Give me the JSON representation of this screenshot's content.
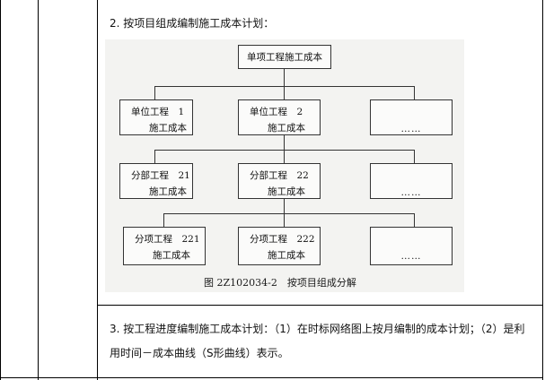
{
  "section2": {
    "title": "2. 按项目组成编制施工成本计划："
  },
  "figure": {
    "root": "单项工程施工成本",
    "level1": [
      {
        "line1": "单位工程　1",
        "line2": "施工成本"
      },
      {
        "line1": "单位工程　2",
        "line2": "施工成本"
      },
      {
        "dots": "……"
      }
    ],
    "level2": [
      {
        "line1": "分部工程　21",
        "line2": "施工成本"
      },
      {
        "line1": "分部工程　22",
        "line2": "施工成本"
      },
      {
        "dots": "……"
      }
    ],
    "level3": [
      {
        "line1": "分项工程　221",
        "line2": "施工成本"
      },
      {
        "line1": "分项工程　222",
        "line2": "施工成本"
      },
      {
        "dots": "……"
      }
    ],
    "caption": "图 2Z102034-2　按项目组成分解"
  },
  "section3": {
    "line1": "3. 按工程进度编制施工成本计划：（1）在时标网络图上按月编制的成本计划；（2）是利",
    "line2": "用时间－成本曲线（S形曲线）表示。"
  }
}
